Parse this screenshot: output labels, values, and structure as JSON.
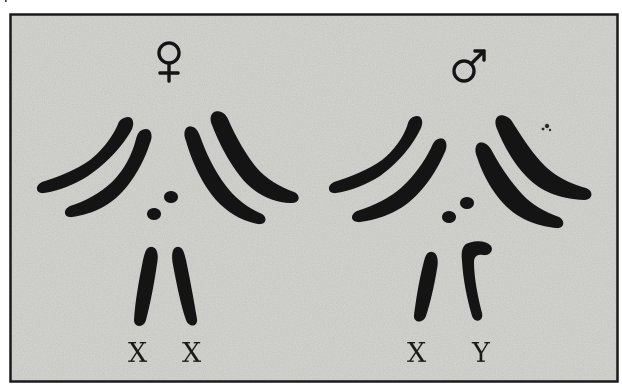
{
  "figure": {
    "panels": [
      {
        "symbol": "♀",
        "symbol_icon": "female-symbol-icon",
        "sex_chromosome_labels": [
          "X",
          "X"
        ]
      },
      {
        "symbol": "♂",
        "symbol_icon": "male-symbol-icon",
        "sex_chromosome_labels": [
          "X",
          "Y"
        ]
      }
    ]
  },
  "colors": {
    "background": "#d8d8d4",
    "frame": "#1a1a1a",
    "chromosome": "#141414"
  }
}
